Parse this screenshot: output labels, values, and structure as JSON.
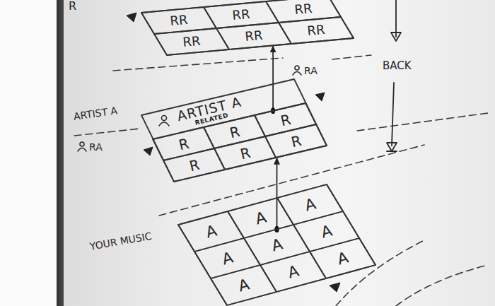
{
  "diagram": {
    "nodes": [
      {
        "text": [
          "R"
        ]
      },
      {
        "text": [
          "RR"
        ],
        "in": 0
      },
      {
        "text": [
          "RR"
        ],
        "in": 0
      },
      {
        "text": [
          "RR"
        ],
        "in": 0
      },
      {
        "text": [
          "RR"
        ],
        "in": 0
      },
      {
        "text": [
          "RR"
        ],
        "in": 0
      },
      {
        "text": [
          "RR"
        ],
        "in": 0
      },
      {
        "text": [
          "ARTIST A",
          "RELATED"
        ]
      },
      {
        "text": [
          "R"
        ],
        "in": 7
      },
      {
        "text": [
          "R"
        ],
        "in": 7
      },
      {
        "text": [
          "R"
        ],
        "in": 7
      },
      {
        "text": [
          "R"
        ],
        "in": 7
      },
      {
        "text": [
          "R"
        ],
        "in": 7
      },
      {
        "text": [
          "R"
        ],
        "in": 7
      },
      {
        "text": [
          "YOUR MUSIC"
        ]
      },
      {
        "text": [
          "A"
        ],
        "in": 14
      },
      {
        "text": [
          "A"
        ],
        "in": 14
      },
      {
        "text": [
          "A"
        ],
        "in": 14
      },
      {
        "text": [
          "A"
        ],
        "in": 14
      },
      {
        "text": [
          "A"
        ],
        "in": 14
      },
      {
        "text": [
          "A"
        ],
        "in": 14
      },
      {
        "text": [
          "A"
        ],
        "in": 14
      },
      {
        "text": [
          "A"
        ],
        "in": 14
      },
      {
        "text": [
          "A"
        ],
        "in": 14
      }
    ],
    "edges": [
      {
        "from": 10,
        "to": 0,
        "arrow": "to"
      },
      {
        "from": 19,
        "to": 7,
        "arrow": "to"
      }
    ],
    "labels": [
      "BACK",
      "RA",
      "ARTIST A",
      "RA"
    ]
  }
}
